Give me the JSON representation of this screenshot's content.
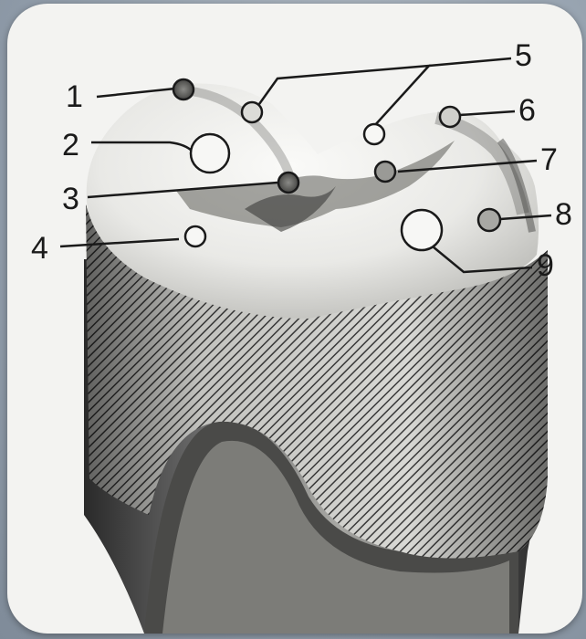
{
  "labels": {
    "l1": "1",
    "l2": "2",
    "l3": "3",
    "l4": "4",
    "l5": "5",
    "l6": "6",
    "l7": "7",
    "l8": "8",
    "l9": "9"
  },
  "colors": {
    "background": "#8e9aa8",
    "card": "#f3f3f1",
    "ink": "#1a1a1a"
  }
}
